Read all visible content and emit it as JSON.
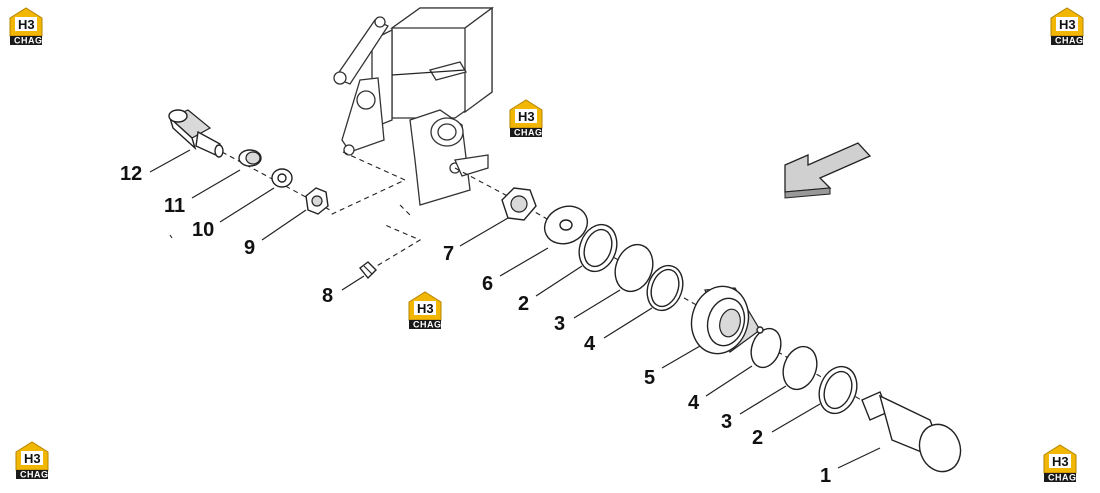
{
  "watermark": {
    "logo_icon": "house-h3-logo-icon",
    "h3": "H3",
    "brand": "CHAG",
    "colors": {
      "roof": "#f2b705",
      "band": "#1a1a1a"
    }
  },
  "direction_arrow_icon": "left-down-arrow-icon",
  "callouts": [
    {
      "id": "c12",
      "text": "12"
    },
    {
      "id": "c11",
      "text": "11"
    },
    {
      "id": "c10",
      "text": "10"
    },
    {
      "id": "c9",
      "text": "9"
    },
    {
      "id": "c8",
      "text": "8"
    },
    {
      "id": "c7",
      "text": "7"
    },
    {
      "id": "c6",
      "text": "6"
    },
    {
      "id": "c2a",
      "text": "2"
    },
    {
      "id": "c3a",
      "text": "3"
    },
    {
      "id": "c4a",
      "text": "4"
    },
    {
      "id": "c5",
      "text": "5"
    },
    {
      "id": "c4b",
      "text": "4"
    },
    {
      "id": "c3b",
      "text": "3"
    },
    {
      "id": "c2b",
      "text": "2"
    },
    {
      "id": "c1",
      "text": "1"
    }
  ]
}
